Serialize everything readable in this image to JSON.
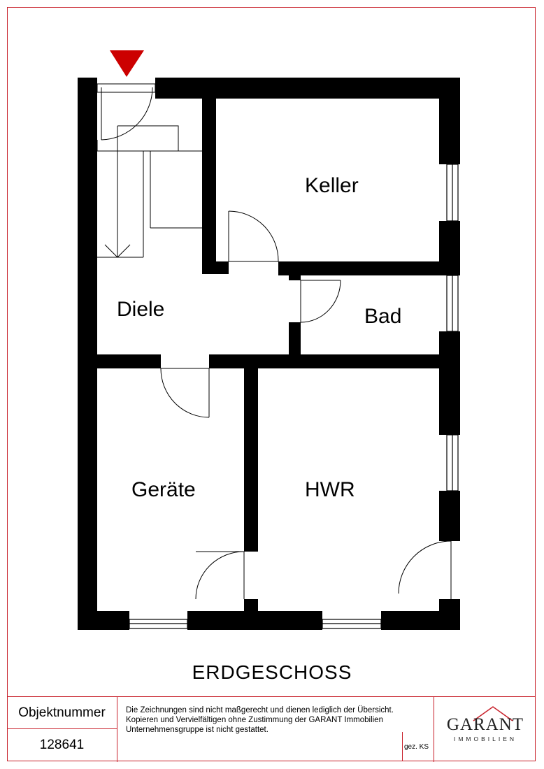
{
  "plan": {
    "rooms": {
      "keller": "Keller",
      "diele": "Diele",
      "bad": "Bad",
      "geraete": "Geräte",
      "hwr": "HWR"
    },
    "floor_title": "ERDGESCHOSS"
  },
  "title_block": {
    "object_label": "Objektnummer",
    "object_number": "128641",
    "note_lines": [
      "Die Zeichnungen sind nicht maßgerecht und dienen lediglich der Übersicht.",
      "Kopieren und Vervielfältigen ohne Zustimmung der GARANT Immobilien",
      "Unternehmensgruppe ist nicht gestattet."
    ],
    "signature": "gez. KS",
    "logo_word": "GARANT",
    "logo_sub": "IMMOBILIEN"
  },
  "colors": {
    "frame": "#c8202a",
    "entrance_marker": "#cc0000",
    "wall": "#000000"
  }
}
